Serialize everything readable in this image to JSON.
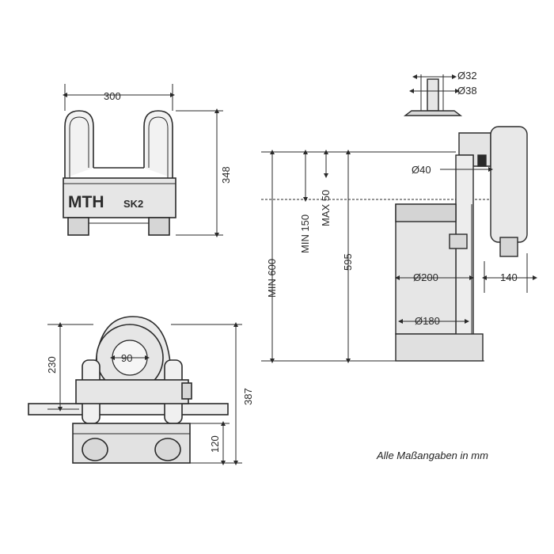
{
  "diagram": {
    "front_view": {
      "width_label": "300",
      "height_label": "348",
      "brand_label": "MTH",
      "model_label": "SK2"
    },
    "top_view": {
      "diameter_label": "90",
      "height_230_label": "230",
      "height_387_label": "387",
      "height_120_label": "120"
    },
    "side_view": {
      "pipe_dia_32_label": "Ø32",
      "pipe_dia_38_label": "Ø38",
      "pipe_dia_40_label": "Ø40",
      "tank_dia_200_label": "Ø200",
      "tank_dia_180_label": "Ø180",
      "offset_140_label": "140",
      "min_600_label": "MIN 600",
      "min_150_label": "MIN 150",
      "max_50_label": "MAX 50",
      "height_595_label": "595"
    },
    "note": "Alle Maßangaben in mm"
  },
  "colors": {
    "line": "#2a2a2a",
    "fill": "#e6e6e6",
    "dark_fill": "#bdbdbd"
  }
}
